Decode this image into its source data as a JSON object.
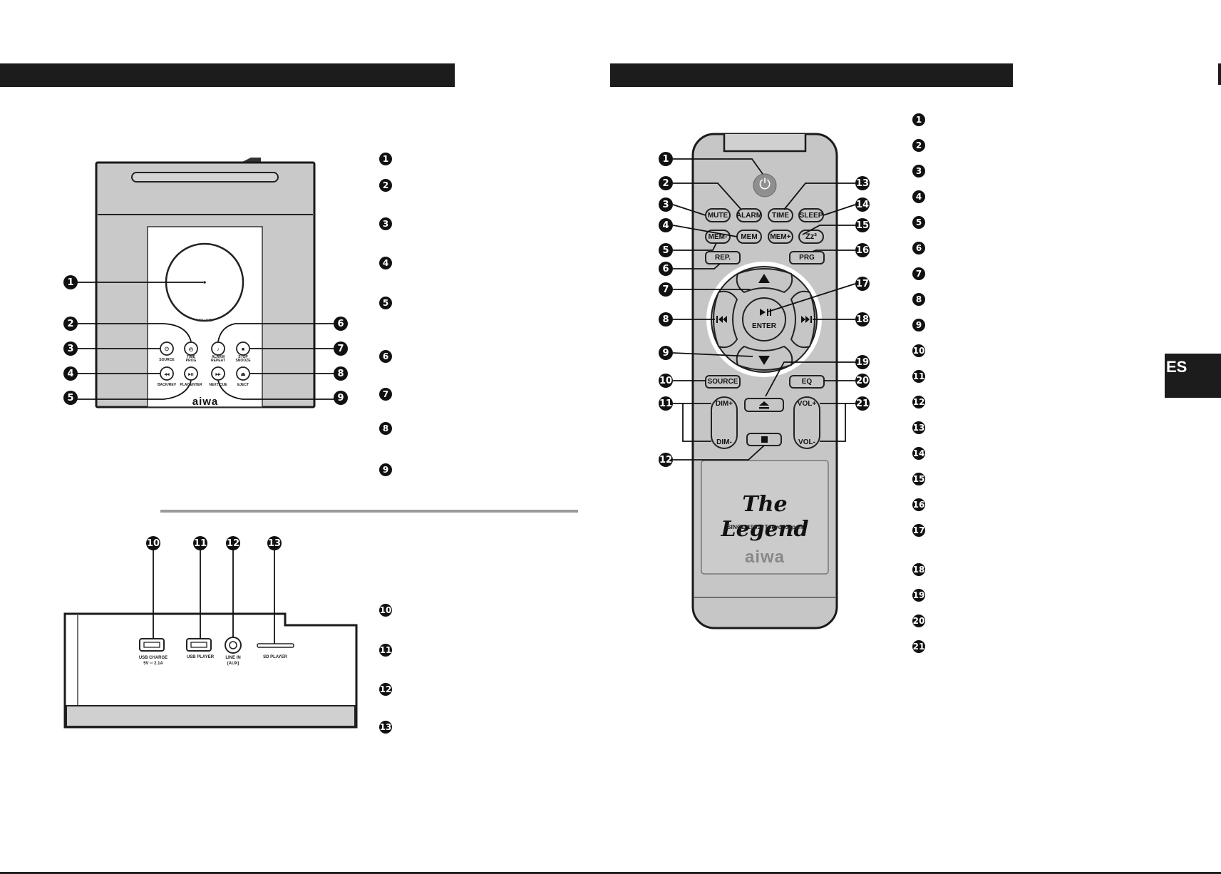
{
  "language_tab": "ES",
  "left_callouts": [
    "1",
    "2",
    "3",
    "4",
    "5",
    "6",
    "7",
    "8",
    "9"
  ],
  "rear_callouts": [
    "10",
    "11",
    "12",
    "13"
  ],
  "remote_callouts": [
    "1",
    "2",
    "3",
    "4",
    "5",
    "6",
    "7",
    "8",
    "9",
    "10",
    "11",
    "12",
    "13",
    "14",
    "15",
    "16",
    "17",
    "18",
    "19",
    "20",
    "21"
  ],
  "device": {
    "volume_label": "•VOLUME•",
    "labels": {
      "source": "SOURCE",
      "time_prog": "TIME\nPROG",
      "alarm_repeat": "ALARM\nREPEAT",
      "stop_snooze": "STOP\nSNOOZE",
      "back_rev": "BACK/REV",
      "play_enter": "PLAY/ENTER",
      "next_cue": "NEXT/CUE",
      "eject": "EJECT"
    },
    "brand": "aiwa",
    "ports": {
      "usb_charge": "USB CHARGE",
      "usb_charge_spec": "5V ═ 2.1A",
      "usb_player": "USB PLAYER",
      "line_in": "LINE IN",
      "line_in_aux": "(AUX)",
      "sd_player": "SD PLAYER"
    }
  },
  "remote": {
    "buttons": {
      "mute": "MUTE",
      "alarm": "ALARM",
      "time": "TIME",
      "sleep": "SLEEP",
      "mem_minus": "MEM-",
      "mem": "MEM",
      "mem_plus": "MEM+",
      "zzz": "Zz²",
      "rep": "REP.",
      "prg": "PRG",
      "enter": "ENTER",
      "source": "SOURCE",
      "eq": "EQ",
      "dim_plus": "DIM+",
      "dim_minus": "DIM-",
      "vol_plus": "VOL+",
      "vol_minus": "VOL-"
    },
    "slogan": "The Legend",
    "since": "SINCE 1951• Tokyo, Japan",
    "brand": "aiwa"
  }
}
